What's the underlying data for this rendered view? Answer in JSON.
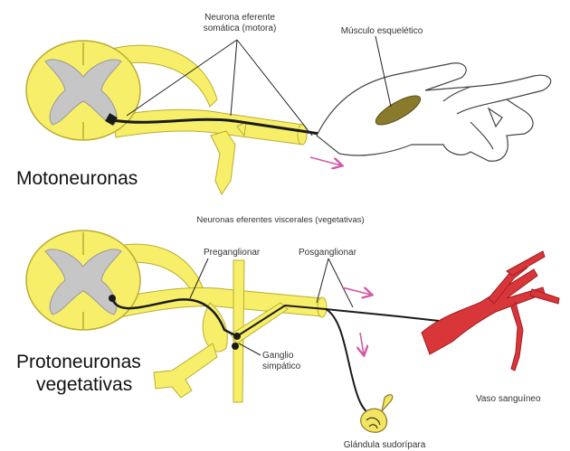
{
  "colors": {
    "cord": "#f7ef6a",
    "cord_outline": "#b9ad32",
    "gray_matter": "#c6c6c6",
    "nerve_fiber": "#1a1a1a",
    "muscle": "#8a7a2c",
    "vessel": "#d9363a",
    "arrow": "#d25aa6",
    "gland": "#f3e461"
  },
  "top": {
    "efferent_label_line1": "Neurona eferente",
    "efferent_label_line2": "somática (motora)",
    "muscle_label": "Músculo esquelético",
    "title": "Motoneuronas"
  },
  "bottom": {
    "header_label": "Neuronas eferentes viscerales (vegetativas)",
    "pre_label": "Preganglionar",
    "post_label": "Posganglionar",
    "ganglion_line1": "Ganglio",
    "ganglion_line2": "simpático",
    "vessel_label": "Vaso sanguíneo",
    "gland_label": "Glándula sudorípara",
    "title_line1": "Protoneuronas",
    "title_line2": "vegetativas"
  },
  "icons": [
    "spinal-cord-icon",
    "hand-icon",
    "muscle-icon",
    "blood-vessel-icon",
    "sweat-gland-icon",
    "arrow-icon"
  ]
}
